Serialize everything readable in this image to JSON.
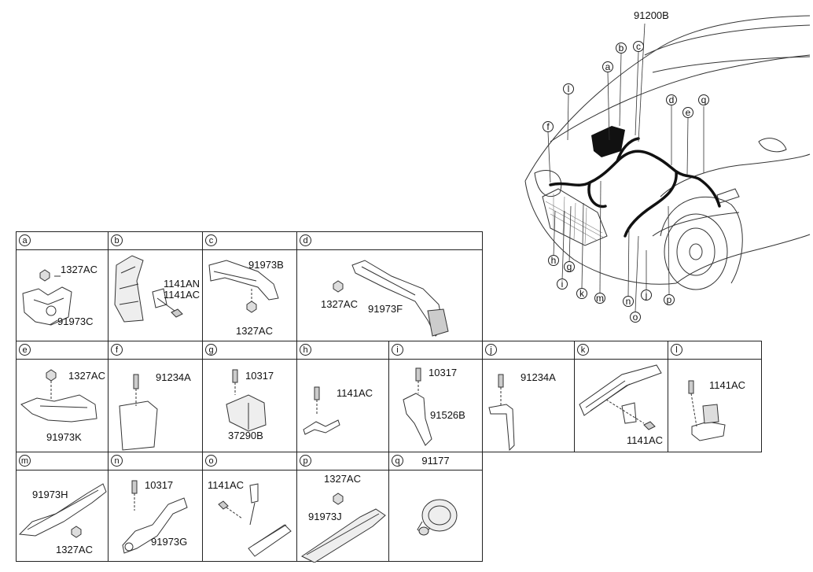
{
  "main_part": "91200B",
  "car_callouts": [
    "a",
    "b",
    "c",
    "d",
    "e",
    "f",
    "g",
    "h",
    "i",
    "j",
    "k",
    "l",
    "m",
    "n",
    "o",
    "p",
    "q"
  ],
  "panels": [
    {
      "id": "a",
      "labels": [
        "1327AC",
        "91973C"
      ]
    },
    {
      "id": "b",
      "labels": [
        "1141AN",
        "1141AC"
      ]
    },
    {
      "id": "c",
      "labels": [
        "91973B",
        "1327AC"
      ]
    },
    {
      "id": "d",
      "labels": [
        "1327AC",
        "91973F"
      ]
    },
    {
      "id": "e",
      "labels": [
        "1327AC",
        "91973K"
      ]
    },
    {
      "id": "f",
      "labels": [
        "91234A"
      ]
    },
    {
      "id": "g",
      "labels": [
        "10317",
        "37290B"
      ]
    },
    {
      "id": "h",
      "labels": [
        "1141AC"
      ]
    },
    {
      "id": "i",
      "labels": [
        "10317",
        "91526B"
      ]
    },
    {
      "id": "j",
      "labels": [
        "91234A"
      ]
    },
    {
      "id": "k",
      "labels": [
        "1141AC"
      ]
    },
    {
      "id": "l",
      "labels": [
        "1141AC"
      ]
    },
    {
      "id": "m",
      "labels": [
        "91973H",
        "1327AC"
      ]
    },
    {
      "id": "n",
      "labels": [
        "10317",
        "91973G"
      ]
    },
    {
      "id": "o",
      "labels": [
        "1141AC"
      ]
    },
    {
      "id": "p",
      "labels": [
        "1327AC",
        "91973J"
      ]
    },
    {
      "id": "q",
      "title": "91177",
      "labels": []
    }
  ]
}
